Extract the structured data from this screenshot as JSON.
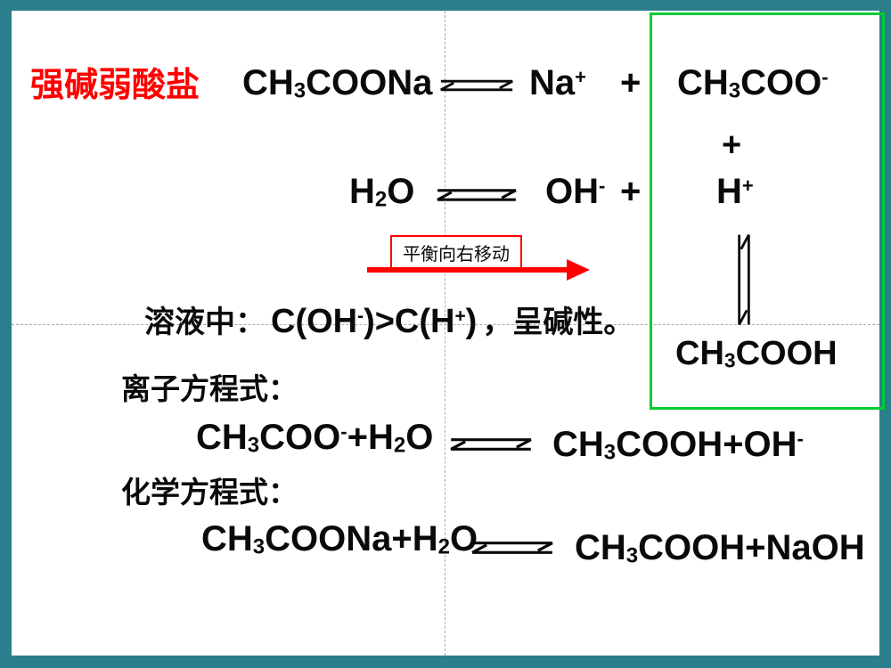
{
  "colors": {
    "frame": "#2b7f8d",
    "accent_red": "#ff0000",
    "green_box": "#00cc33",
    "guide": "#aaaaaa",
    "text": "#0a0a0a"
  },
  "title": "强碱弱酸盐",
  "icons": {
    "equilibrium_arrow": "⇌",
    "vertical_equilibrium_arrow": "⇅",
    "shift_right_arrow": "→"
  },
  "top_section": {
    "eq1": {
      "reactant": "CH_3_COONa",
      "product1": "Na^+^",
      "plus": "+",
      "product2": "CH_3_COO^-^"
    },
    "eq2": {
      "reactant": "H_2_O",
      "product1": "OH^-^",
      "plus": "+",
      "product2": "H^+^"
    },
    "green_box": {
      "plus": "+",
      "result": "CH_3_COOH"
    },
    "arrow_label": "平衡向右移动"
  },
  "conclusion": {
    "prefix": "溶液中：",
    "formula": "C(OH^-^)>C(H^+^)",
    "suffix": "，呈碱性。"
  },
  "ionic_equation": {
    "label": "离子方程式：",
    "lhs": "CH_3_COO^-^+H_2_O",
    "rhs": "CH_3_COOH+OH^-^"
  },
  "chemical_equation": {
    "label": "化学方程式：",
    "lhs": "CH_3_COONa+H_2_O",
    "rhs": "CH_3_COOH+NaOH"
  }
}
